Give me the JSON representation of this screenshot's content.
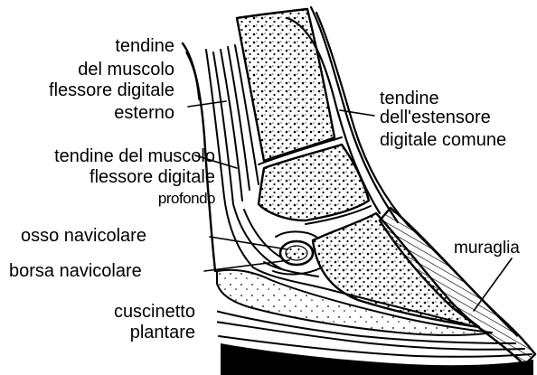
{
  "labels": {
    "superficial_flexor": {
      "line1": "tendine",
      "line2": "del muscolo",
      "line3": "flessore digitale",
      "line4": "esterno"
    },
    "common_extensor": {
      "line1": "tendine",
      "line2": "dell'estensore",
      "line3": "digitale comune"
    },
    "deep_flexor": {
      "line1": "tendine del muscolo",
      "line2": "flessore digitale",
      "line3": "profondo"
    },
    "navicular_bone": "osso navicolare",
    "navicular_bursa": "borsa navicolare",
    "digital_cushion": {
      "line1": "cuscinetto",
      "line2": "plantare"
    },
    "hoof_wall": "muraglia"
  },
  "colors": {
    "ink": "#000000",
    "paper": "#ffffff",
    "bone_stipple": "#000000"
  }
}
